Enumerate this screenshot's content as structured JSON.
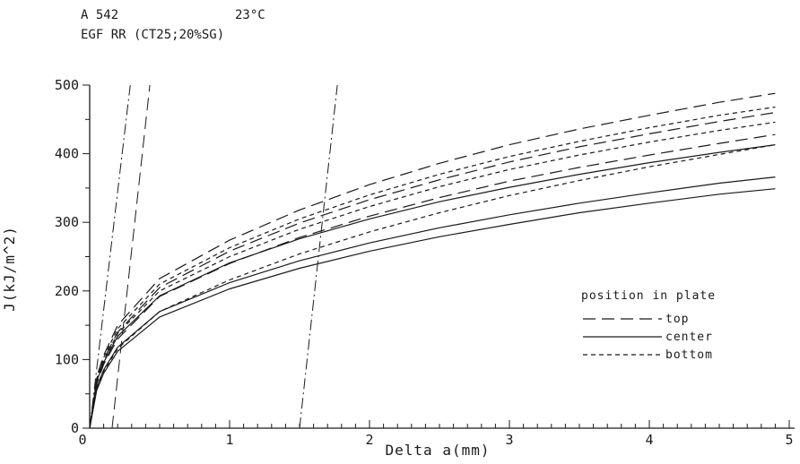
{
  "header": {
    "material": "A 542",
    "temperature": "23°C",
    "specimen": "EGF RR (CT25;20%SG)"
  },
  "chart_data": {
    "type": "line",
    "xlabel": "Delta a(mm)",
    "ylabel": "J(kJ/m^2)",
    "xlim": [
      0,
      5
    ],
    "ylim": [
      0,
      500
    ],
    "x_ticks": [
      "0",
      "1",
      "2",
      "3",
      "4",
      "5"
    ],
    "y_ticks": [
      "0",
      "100",
      "200",
      "300",
      "400",
      "500"
    ],
    "grid": false,
    "legend": {
      "title": "position in plate",
      "placement": "right",
      "entries": [
        {
          "label": "top",
          "style": "long-dash"
        },
        {
          "label": "center",
          "style": "solid"
        },
        {
          "label": "bottom",
          "style": "short-dash"
        }
      ]
    },
    "series": [
      {
        "group": "top",
        "style": "long-dash",
        "x": [
          0,
          0.05,
          0.1,
          0.2,
          0.5,
          1,
          1.5,
          2,
          2.5,
          3,
          3.5,
          4,
          4.5,
          4.9
        ],
        "y": [
          0,
          75,
          106,
          150,
          218,
          274,
          318,
          355,
          386,
          413,
          436,
          456,
          475,
          488
        ]
      },
      {
        "group": "top",
        "style": "long-dash",
        "x": [
          0,
          0.05,
          0.1,
          0.2,
          0.5,
          1,
          1.5,
          2,
          2.5,
          3,
          3.5,
          4,
          4.5,
          4.9
        ],
        "y": [
          0,
          70,
          100,
          140,
          205,
          258,
          299,
          333,
          362,
          388,
          410,
          429,
          447,
          460
        ]
      },
      {
        "group": "top",
        "style": "long-dash",
        "x": [
          0,
          0.05,
          0.1,
          0.2,
          0.5,
          1,
          1.5,
          2,
          2.5,
          3,
          3.5,
          4,
          4.5,
          4.9
        ],
        "y": [
          0,
          65,
          93,
          130,
          192,
          240,
          278,
          309,
          336,
          360,
          380,
          398,
          415,
          428
        ]
      },
      {
        "group": "center",
        "style": "solid",
        "x": [
          0,
          0.05,
          0.1,
          0.2,
          0.5,
          1,
          1.5,
          2,
          2.5,
          3,
          3.5,
          4,
          4.5,
          4.9
        ],
        "y": [
          0,
          68,
          96,
          134,
          193,
          241,
          276,
          305,
          330,
          351,
          370,
          387,
          402,
          413
        ]
      },
      {
        "group": "center",
        "style": "solid",
        "x": [
          0,
          0.05,
          0.1,
          0.2,
          0.5,
          1,
          1.5,
          2,
          2.5,
          3,
          3.5,
          4,
          4.5,
          4.9
        ],
        "y": [
          0,
          60,
          85,
          118,
          170,
          212,
          244,
          270,
          292,
          311,
          328,
          343,
          357,
          366
        ]
      },
      {
        "group": "center",
        "style": "solid",
        "x": [
          0,
          0.05,
          0.1,
          0.2,
          0.5,
          1,
          1.5,
          2,
          2.5,
          3,
          3.5,
          4,
          4.5,
          4.9
        ],
        "y": [
          0,
          55,
          80,
          112,
          162,
          203,
          233,
          258,
          279,
          297,
          314,
          328,
          341,
          349
        ]
      },
      {
        "group": "bottom",
        "style": "short-dash",
        "x": [
          0,
          0.05,
          0.1,
          0.2,
          0.5,
          1,
          1.5,
          2,
          2.5,
          3,
          3.5,
          4,
          4.5,
          4.9
        ],
        "y": [
          0,
          72,
          103,
          145,
          210,
          263,
          305,
          340,
          370,
          396,
          418,
          438,
          456,
          468
        ]
      },
      {
        "group": "bottom",
        "style": "short-dash",
        "x": [
          0,
          0.05,
          0.1,
          0.2,
          0.5,
          1,
          1.5,
          2,
          2.5,
          3,
          3.5,
          4,
          4.5,
          4.9
        ],
        "y": [
          0,
          69,
          98,
          138,
          200,
          250,
          290,
          323,
          352,
          377,
          398,
          417,
          434,
          446
        ]
      },
      {
        "group": "bottom",
        "style": "short-dash",
        "x": [
          0,
          0.05,
          0.1,
          0.2,
          0.5,
          1,
          1.5,
          2,
          2.5,
          3,
          3.5,
          4,
          4.5,
          4.9
        ],
        "y": [
          0,
          58,
          83,
          116,
          170,
          216,
          254,
          286,
          314,
          339,
          361,
          381,
          399,
          413
        ]
      }
    ],
    "construction_lines": [
      {
        "style": "dash-dot",
        "x": [
          0,
          0.29
        ],
        "y": [
          0,
          500
        ]
      },
      {
        "style": "long-dash",
        "x": [
          0.16,
          0.43
        ],
        "y": [
          0,
          500
        ]
      },
      {
        "style": "dash-dot",
        "x": [
          1.5,
          1.77
        ],
        "y": [
          0,
          500
        ]
      }
    ]
  }
}
